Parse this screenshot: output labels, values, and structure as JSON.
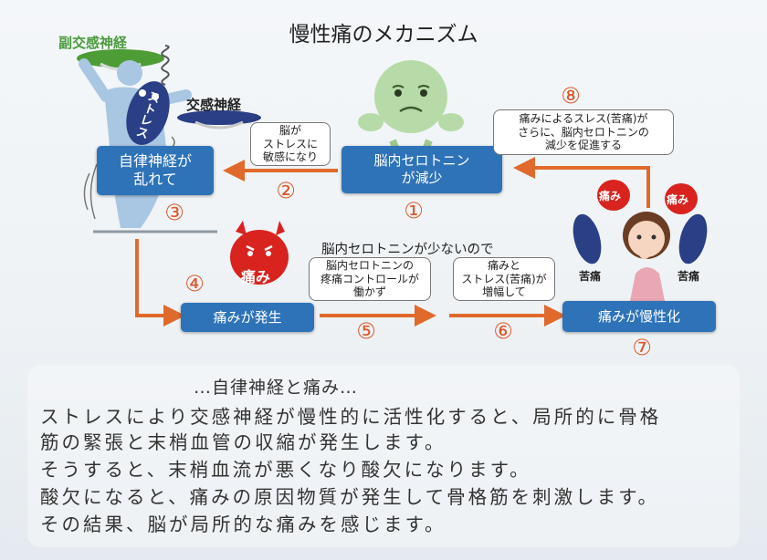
{
  "title": "慢性痛のメカニズム",
  "nodes": {
    "serotonin_decrease": [
      "脳内セロトニン",
      "が減少"
    ],
    "autonomic_disturbed": [
      "自律神経が",
      "乱れて"
    ],
    "pain_occurs": "痛みが発生",
    "pain_chronic": "痛みが慢性化"
  },
  "labels": {
    "parasympathetic": "副交感神経",
    "sympathetic": "交感神経",
    "stress_text": "ストレス",
    "pain_text": "痛み",
    "suffering": "苦痛",
    "serotonin_low": "脳内セロトニンが少ないので"
  },
  "bubbles": {
    "b2": [
      "脳が",
      "ストレスに",
      "敏感になり"
    ],
    "b5": [
      "脳内セロトニンの",
      "疼痛コントロールが",
      "働かず"
    ],
    "b6": [
      "痛みと",
      "ストレス(苦痛)が",
      "増幅して"
    ],
    "b8": [
      "痛みによるスレス(苦痛)が",
      "さらに、脳内セロトニンの",
      "減少を促進する"
    ]
  },
  "numbers": {
    "n1": "①",
    "n2": "②",
    "n3": "③",
    "n4": "④",
    "n5": "⑤",
    "n6": "⑥",
    "n7": "⑦",
    "n8": "⑧"
  },
  "colors": {
    "box": "#2e73b8",
    "arrow": "#e06a2c",
    "number": "#d9582a",
    "pain_char": "#d8231f",
    "stress_char": "#2b3f86",
    "serotonin_char": "#b7dba8"
  },
  "text_section": {
    "heading": "…自律神経と痛み…",
    "lines": [
      "ストレスにより交感神経が慢性的に活性化すると、局所的に骨格",
      "筋の緊張と末梢血管の収縮が発生します。",
      "そうすると、末梢血流が悪くなり酸欠になります。",
      "酸欠になると、痛みの原因物質が発生して骨格筋を刺激します。",
      "その結果、脳が局所的な痛みを感じます。"
    ]
  }
}
